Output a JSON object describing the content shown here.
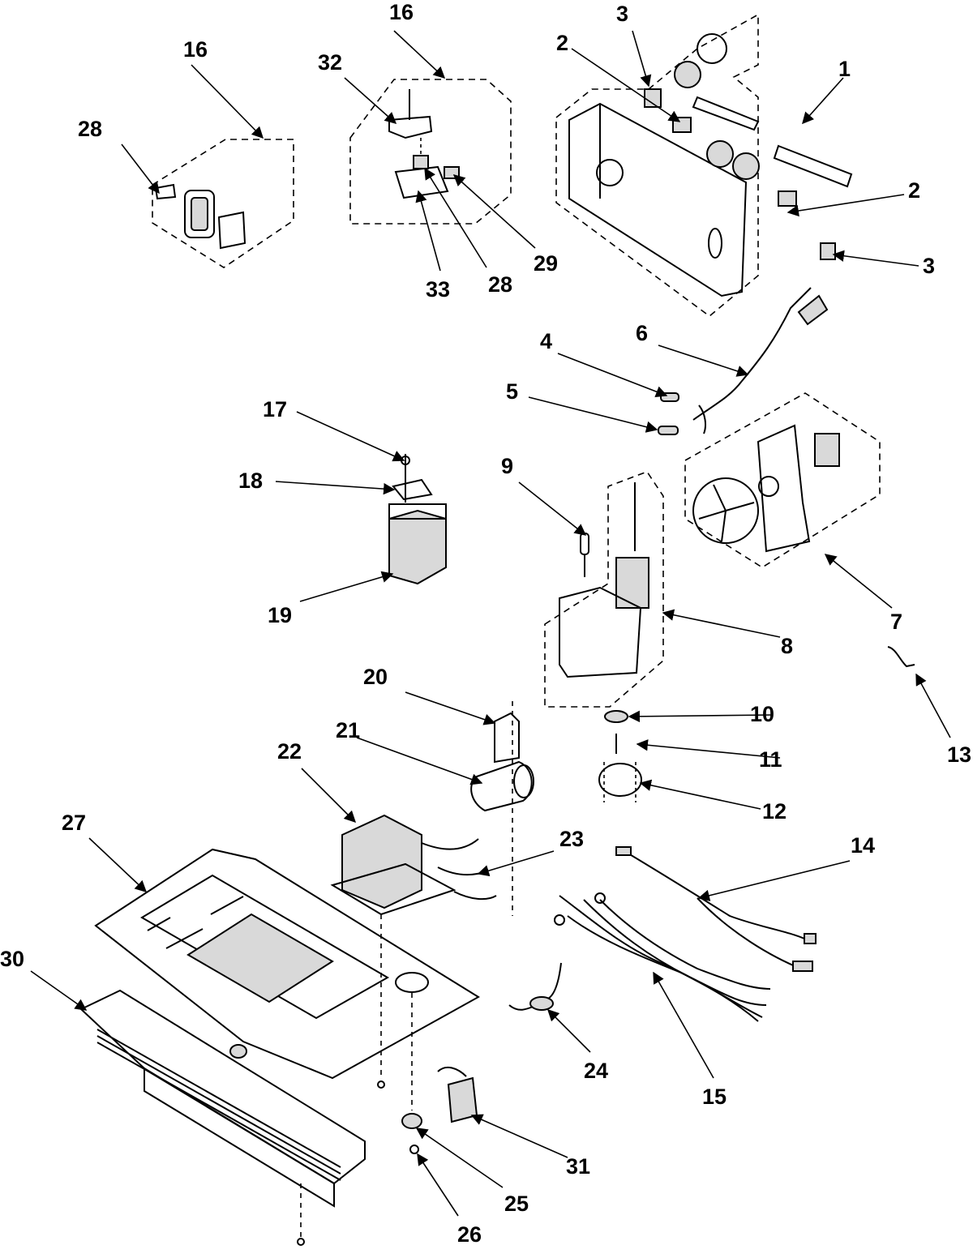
{
  "callouts": {
    "c1": "1",
    "c2a": "2",
    "c2b": "2",
    "c3a": "3",
    "c3b": "3",
    "c4": "4",
    "c5": "5",
    "c6": "6",
    "c7": "7",
    "c8": "8",
    "c9": "9",
    "c10": "10",
    "c11": "11",
    "c12": "12",
    "c13": "13",
    "c14": "14",
    "c15": "15",
    "c16a": "16",
    "c16b": "16",
    "c17": "17",
    "c18": "18",
    "c19": "19",
    "c20": "20",
    "c21": "21",
    "c22": "22",
    "c23": "23",
    "c24": "24",
    "c25": "25",
    "c26": "26",
    "c27": "27",
    "c28a": "28",
    "c28b": "28",
    "c29": "29",
    "c30": "30",
    "c31": "31",
    "c32": "32",
    "c33": "33"
  },
  "icons": {
    "leader": "arrow-leader-icon"
  }
}
